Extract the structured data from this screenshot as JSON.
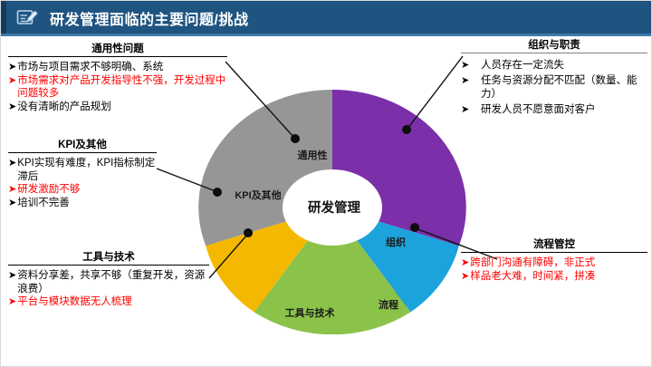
{
  "header": {
    "title": "研发管理面临的主要问题/挑战",
    "icon": "note-pencil-icon",
    "bg_color": "#1f5480"
  },
  "callouts": [
    {
      "id": "general",
      "title": "通用性问题",
      "items": [
        {
          "mark": "➤",
          "text": "市场与项目需求不够明确、系统",
          "color": "black"
        },
        {
          "mark": "➤",
          "text": "市场需求对产品开发指导性不强，开发过程中问题较多",
          "color": "red"
        },
        {
          "mark": "➤",
          "text": "没有清晰的产品规划",
          "color": "black"
        }
      ]
    },
    {
      "id": "kpi",
      "title": "KPI及其他",
      "items": [
        {
          "mark": "➤",
          "text": "KPI实现有难度，KPI指标制定滞后",
          "color": "black"
        },
        {
          "mark": "➤",
          "text": "研发激励不够",
          "color": "red"
        },
        {
          "mark": "➤",
          "text": "培训不完善",
          "color": "black"
        }
      ]
    },
    {
      "id": "tools",
      "title": "工具与技术",
      "items": [
        {
          "mark": "➤",
          "text": "资料分享差，共享不够（重复开发，资源浪费）",
          "color": "black"
        },
        {
          "mark": "➤",
          "text": "平台与模块数据无人梳理",
          "color": "red"
        }
      ]
    },
    {
      "id": "organization",
      "title": "组织与职责",
      "items": [
        {
          "mark": "➤",
          "text": "人员存在一定流失",
          "color": "red"
        },
        {
          "mark": "➤",
          "text": "任务与资源分配不匹配（数量、能力）",
          "color": "black"
        },
        {
          "mark": "➤",
          "text": "研发人员不愿意面对客户",
          "color": "red"
        }
      ]
    },
    {
      "id": "process",
      "title": "流程管控",
      "items": [
        {
          "mark": "➤",
          "text": "跨部门沟通有障碍，非正式",
          "color": "red"
        },
        {
          "mark": "➤",
          "text": "样品老大难，时间紧，拼凑",
          "color": "red"
        }
      ]
    }
  ],
  "chart_data": {
    "type": "pie",
    "title": "研发管理",
    "center_label": "研发管理",
    "categories": [
      "组织",
      "流程",
      "工具与技术",
      "KPI及其他",
      "通用性"
    ],
    "values": [
      20,
      20,
      20,
      20,
      20
    ],
    "colors": [
      "#7B2FA8",
      "#1CA3DC",
      "#8BC34A",
      "#F5B800",
      "#969696"
    ],
    "shade_colors": [
      "#4E1C6C",
      "#0B5675",
      "#5E8A2E",
      "#A87E00",
      "#666666"
    ],
    "legend": "none",
    "grid": false,
    "notes": "3D donut / pie with white elliptical center hub labelled 研发管理"
  },
  "leaders": [
    {
      "label": "通用性问题",
      "segment": "通用性"
    },
    {
      "label": "KPI及其他",
      "segment": "KPI及其他"
    },
    {
      "label": "工具与技术",
      "segment": "工具与技术"
    },
    {
      "label": "组织与职责",
      "segment": "组织"
    },
    {
      "label": "流程管控",
      "segment": "流程"
    }
  ]
}
